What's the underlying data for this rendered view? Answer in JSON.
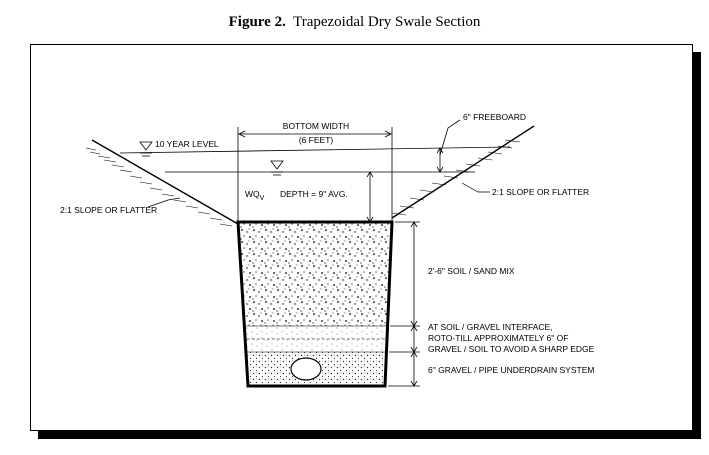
{
  "figure": {
    "number": "Figure 2.",
    "title": "Trapezoidal Dry Swale Section"
  },
  "labels": {
    "bottom_width_1": "BOTTOM WIDTH",
    "bottom_width_2": "(6 FEET)",
    "freeboard": "6\" FREEBOARD",
    "ten_year": "10 YEAR LEVEL",
    "wqv_main": "WQ",
    "wqv_sub": "V",
    "depth": "DEPTH = 9\" AVG.",
    "slope_left": "2:1 SLOPE OR FLATTER",
    "slope_right": "2:1 SLOPE OR FLATTER",
    "soil_mix": "2'-6\" SOIL / SAND MIX",
    "interface_1": "AT SOIL / GRAVEL INTERFACE,",
    "interface_2": "ROTO-TILL APPROXIMATELY 6\" OF",
    "interface_3": "GRAVEL / SOIL TO AVOID A SHARP EDGE",
    "gravel": "6\" GRAVEL / PIPE UNDERDRAIN SYSTEM"
  }
}
